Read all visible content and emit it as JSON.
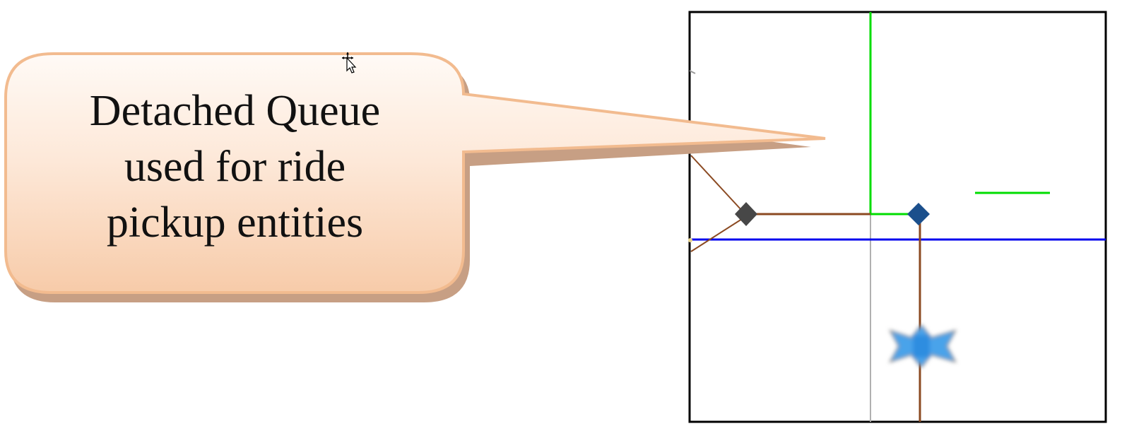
{
  "callout": {
    "lines": [
      "Detached Queue",
      "used for ride",
      "pickup entities"
    ]
  },
  "colors": {
    "callout_fill_top": "#fffaf6",
    "callout_fill_bottom": "#f7cba9",
    "callout_border": "#f2bb8f",
    "callout_shadow": "#c79f84",
    "canvas_border": "#000000",
    "green_path": "#00dd00",
    "blue_path": "#0000ee",
    "brown_link": "#8b4a22",
    "grid_line": "#b0b0b0",
    "node_dark": "#474747",
    "node_blue": "#1b4f8c",
    "queue_icon": "#4aa3ea"
  },
  "icons": [
    "mouse-cursor-move-icon",
    "detached-queue-icon",
    "node-dark-icon",
    "node-blue-icon"
  ]
}
